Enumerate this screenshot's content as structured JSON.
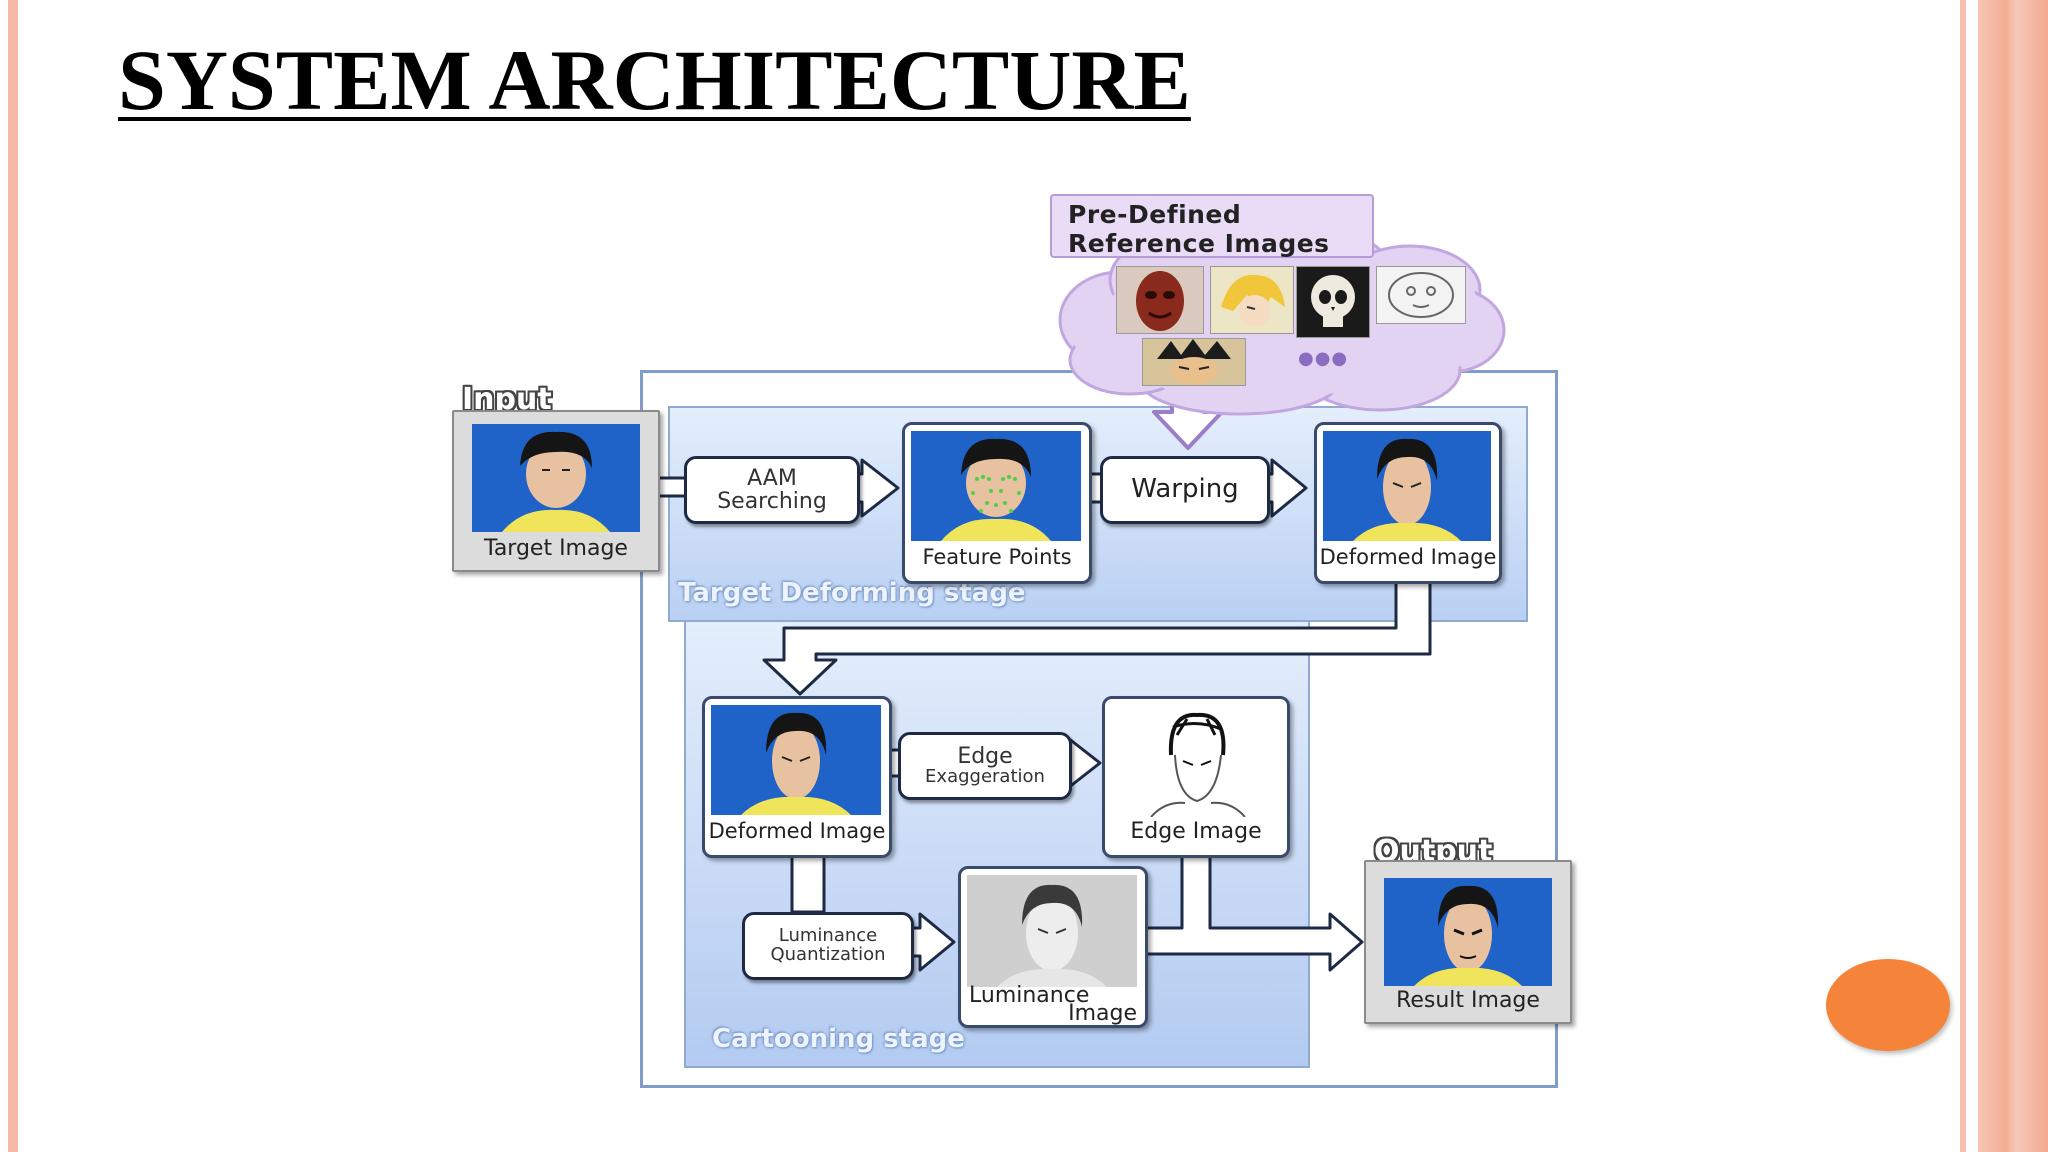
{
  "slide": {
    "title": "SYSTEM ARCHITECTURE"
  },
  "diagram": {
    "reference_header": {
      "line1": "Pre-Defined",
      "line2": "Reference Images",
      "more_glyph": "●●●"
    },
    "input_tag": "Input",
    "output_tag": "Output",
    "stages": {
      "target_deforming": "Target Deforming stage",
      "cartooning": "Cartooning stage"
    },
    "processes": {
      "aam_line1": "AAM",
      "aam_line2": "Searching",
      "warping": "Warping",
      "edge_line1": "Edge",
      "edge_line2": "Exaggeration",
      "lum_line1": "Luminance",
      "lum_line2": "Quantization"
    },
    "images": {
      "target": "Target Image",
      "feature_points": "Feature Points",
      "deformed_top": "Deformed Image",
      "deformed_bottom": "Deformed Image",
      "edge": "Edge Image",
      "luminance_line1": "Luminance",
      "luminance_line2": "Image",
      "result": "Result Image"
    }
  },
  "colors": {
    "page_stripe_left": "#f6b9a6",
    "page_stripe_right": "#f4b49e",
    "stage_fill_top": "#d8e6fb",
    "stage_fill_bottom": "#b8cff3",
    "reference_cloud": "#e3d3f2",
    "photo_background": "#1f63c9",
    "accent_dot": "#f5843a"
  }
}
